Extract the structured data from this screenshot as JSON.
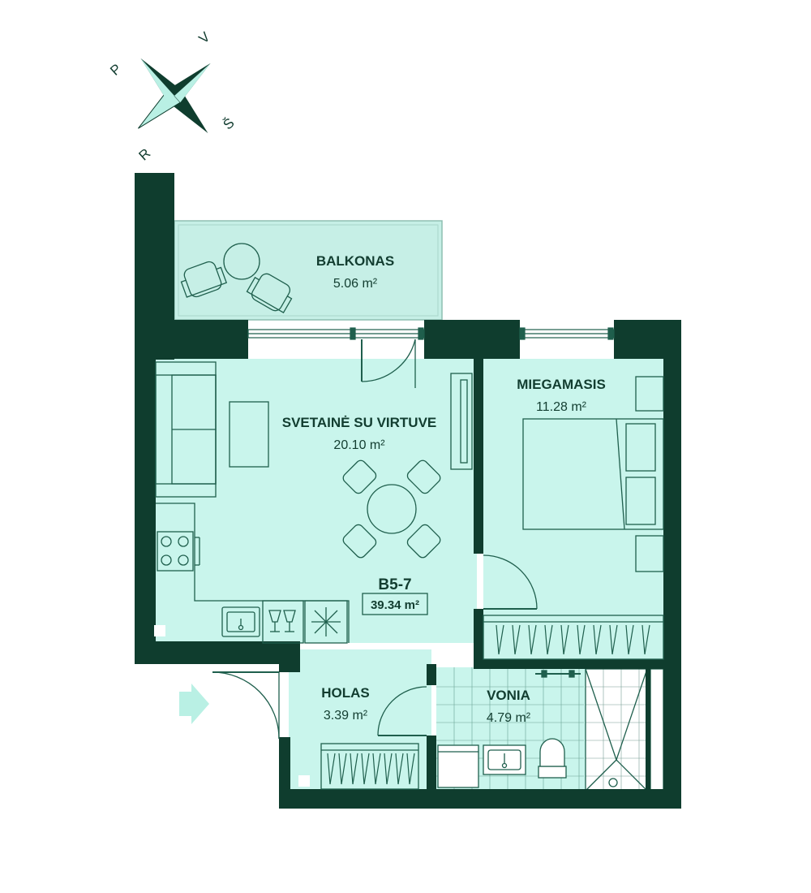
{
  "colors": {
    "wall": "#0f3d2e",
    "floor": "#c9f5ec",
    "balcony": "#c6efe6",
    "line": "#1f5f4d",
    "text": "#123d30",
    "arrow": "#b9f0e4"
  },
  "compass": {
    "north_letter": "Š",
    "south_letter": "P",
    "east_letter": "R",
    "west_letter": "V"
  },
  "apartment": {
    "code": "B5-7",
    "total_area": "39.34 m²"
  },
  "rooms": {
    "balcony": {
      "name": "BALKONAS",
      "area": "5.06 m²"
    },
    "living": {
      "name": "SVETAINĖ SU VIRTUVE",
      "area": "20.10 m²"
    },
    "bedroom": {
      "name": "MIEGAMASIS",
      "area": "11.28 m²"
    },
    "hall": {
      "name": "HOLAS",
      "area": "3.39 m²"
    },
    "bath": {
      "name": "VONIA",
      "area": "4.79 m²"
    }
  },
  "icons": {
    "compass": "compass-rose-icon",
    "entrance": "entrance-arrow-icon"
  }
}
